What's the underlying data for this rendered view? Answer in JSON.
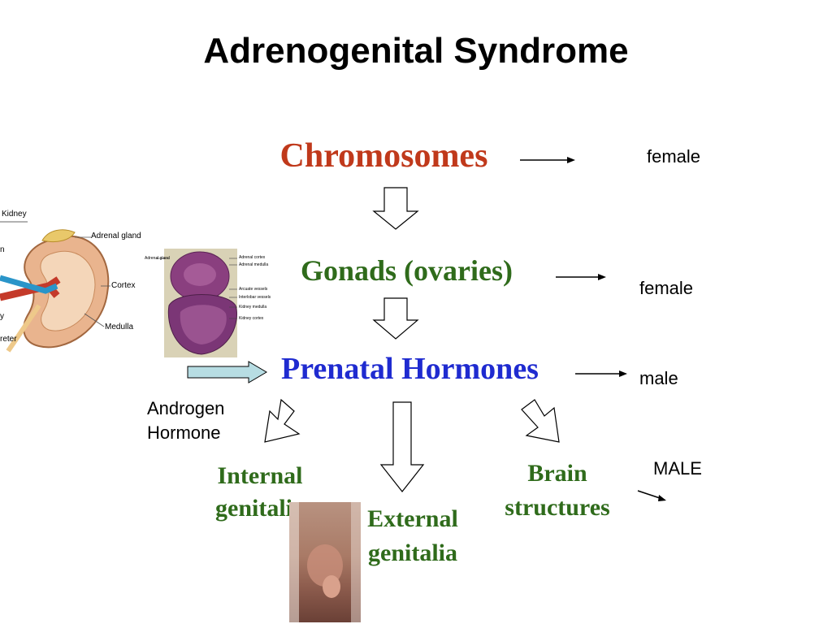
{
  "title": "Adrenogenital Syndrome",
  "colors": {
    "chromosomes": "#c0391b",
    "gonads": "#2f6b1b",
    "hormones": "#1f2bd0",
    "outcomes": "#2f6b1b",
    "side_arrow_fill": "#b7dde3"
  },
  "flow": {
    "chromosomes": {
      "label": "Chromosomes",
      "result": "female"
    },
    "gonads": {
      "label": "Gonads (ovaries)",
      "result": "female"
    },
    "hormones": {
      "label": "Prenatal Hormones",
      "result": "male"
    },
    "side_input": {
      "line1": "Androgen",
      "line2": "Hormone"
    },
    "outcomes": {
      "internal": {
        "line1": "Internal",
        "line2": "genitalia"
      },
      "external": {
        "line1": "External",
        "line2": "genitalia"
      },
      "brain": {
        "line1": "Brain",
        "line2": "structures",
        "result": "MALE"
      }
    }
  },
  "images": {
    "kidney_diagram": {
      "labels": [
        "Kidney",
        "Adrenal gland",
        "Cortex",
        "Medulla",
        "n",
        "y",
        "reter"
      ]
    },
    "adrenal_histology": {
      "labels": [
        "Adrenal cortex",
        "Adrenal medulla",
        "Arcuate vessels",
        "Interlobar vessels",
        "Kidney medulla",
        "Kidney cortex",
        "Adrenal gland"
      ]
    },
    "clinical_photo": {}
  }
}
